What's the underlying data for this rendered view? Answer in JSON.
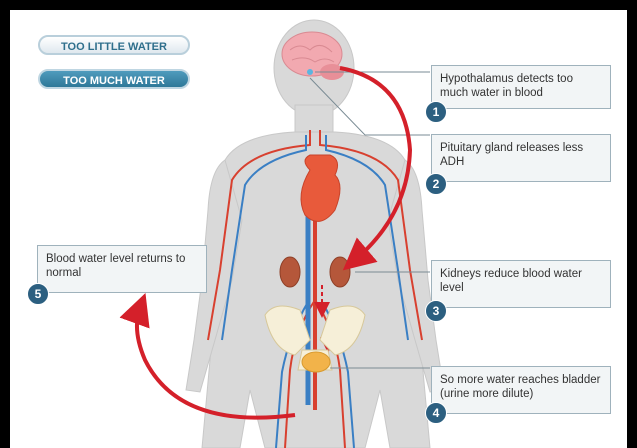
{
  "buttons": {
    "too_little": "TOO LITTLE WATER",
    "too_much": "TOO MUCH WATER"
  },
  "steps": [
    {
      "number": "1",
      "text": "Hypothalamus detects too much water in blood"
    },
    {
      "number": "2",
      "text": "Pituitary gland releases less ADH"
    },
    {
      "number": "3",
      "text": "Kidneys reduce blood water level"
    },
    {
      "number": "4",
      "text": "So more water reaches bladder (urine more dilute)"
    },
    {
      "number": "5",
      "text": "Blood water level returns to normal"
    }
  ],
  "colors": {
    "arrow": "#d4202a",
    "badge": "#2c5f80",
    "artery": "#d8402f",
    "vein": "#3a7fc4",
    "body": "#d9d9d9"
  }
}
